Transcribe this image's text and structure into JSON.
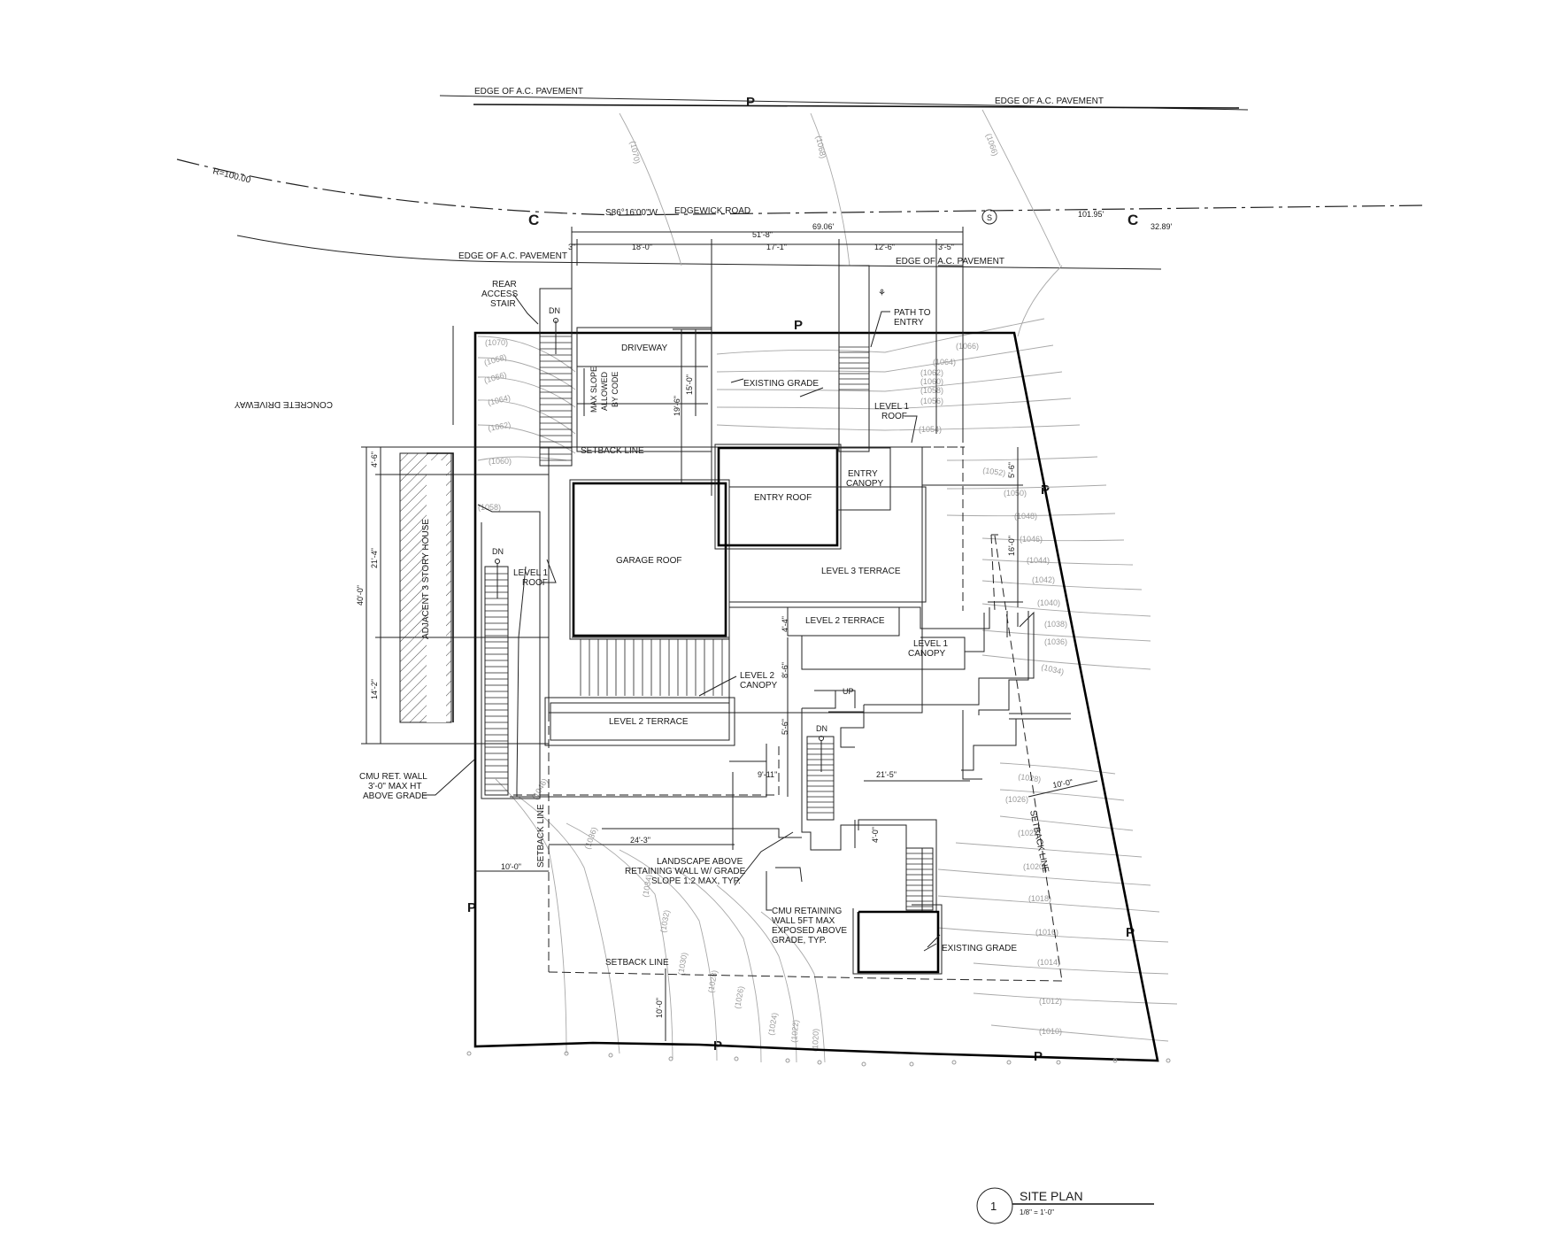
{
  "road": {
    "edge_pavement_top_left": "EDGE OF A.C. PAVEMENT",
    "edge_pavement_top_right": "EDGE OF A.C. PAVEMENT",
    "edge_pavement_lower_left": "EDGE OF A.C. PAVEMENT",
    "edge_pavement_lower_right": "EDGE OF A.C. PAVEMENT",
    "radius": "R=100.00",
    "bearing": "S86°16'00\"W",
    "name": "EDGEWICK ROAD",
    "dist_69": "69.06'",
    "dist_101": "101.95'",
    "dist_32": "32.89'",
    "sewer_symbol": "S"
  },
  "symbols": {
    "property_line": "P",
    "centerline": "C"
  },
  "top_dims": {
    "overall": "51'-8\"",
    "d1": "18'-0\"",
    "d2": "17'-1\"",
    "d3": "12'-6\"",
    "d4": "3'-5\"",
    "d5": "3\""
  },
  "labels": {
    "rear_access_stair": [
      "REAR",
      "ACCESS",
      "STAIR"
    ],
    "dn_1": "DN",
    "dn_2": "DN",
    "dn_3": "DN",
    "up": "UP",
    "driveway": "DRIVEWAY",
    "max_slope": [
      "MAX SLOPE",
      "ALLOWED",
      "BY CODE"
    ],
    "dim_15": "15'-0\"",
    "dim_19": "19'-6\"",
    "existing_grade_1": "EXISTING GRADE",
    "existing_grade_2": "EXISTING GRADE",
    "path_to_entry": [
      "PATH TO",
      "ENTRY"
    ],
    "level1_roof_right": [
      "LEVEL 1",
      "ROOF"
    ],
    "concrete_driveway": "CONCRETE DRIVEWAY",
    "setback_line_top": "SETBACK LINE",
    "setback_line_bottom": "SETBACK LINE",
    "setback_line_left": "SETBACK LINE",
    "setback_line_right": "SETBACK LINE",
    "entry_roof": "ENTRY ROOF",
    "entry_canopy": [
      "ENTRY",
      "CANOPY"
    ],
    "garage_roof": "GARAGE ROOF",
    "level1_roof_left": [
      "LEVEL 1",
      "ROOF"
    ],
    "level3_terrace": "LEVEL 3 TERRACE",
    "level2_terrace_right": "LEVEL 2 TERRACE",
    "level1_canopy": [
      "LEVEL 1",
      "CANOPY"
    ],
    "level2_canopy": [
      "LEVEL 2",
      "CANOPY"
    ],
    "level2_terrace_left": "LEVEL 2 TERRACE",
    "adjacent_house": "ADJACENT 3 STORY HOUSE",
    "cmu_ret_wall": [
      "CMU RET. WALL",
      "3'-0\" MAX HT",
      "ABOVE GRADE"
    ],
    "landscape": [
      "LANDSCAPE ABOVE",
      "RETAINING WALL W/ GRADE",
      "SLOPE 1:2 MAX, TYP."
    ],
    "cmu_retaining": [
      "CMU RETAINING",
      "WALL 5FT MAX",
      "EXPOSED ABOVE",
      "GRADE, TYP."
    ]
  },
  "side_dims": {
    "d_4_6": "4'-6\"",
    "d_21_4": "21'-4\"",
    "d_40": "40'-0\"",
    "d_14_2": "14'-2\"",
    "d_5_6_right": "5'-6\"",
    "d_16": "16'-0\"",
    "d_4_4": "4'-4\"",
    "d_8_6": "8'-6\"",
    "d_5_6": "5'-6\"",
    "d_9_11": "9'-11\"",
    "d_21_5": "21'-5\"",
    "d_10_right": "10'-0\"",
    "d_24_3": "24'-3\"",
    "d_4_0": "4'-0\"",
    "d_10_left": "10'-0\"",
    "d_10_bottom": "10'-0\""
  },
  "topo": [
    "(1070)",
    "(1068)",
    "(1066)",
    "(1064)",
    "(1062)",
    "(1060)",
    "(1058)",
    "(1066)",
    "(1064)",
    "(1062)",
    "(1060)",
    "(1058)",
    "(1056)",
    "(1054)",
    "(1052)",
    "(1050)",
    "(1048)",
    "(1046)",
    "(1044)",
    "(1042)",
    "(1040)",
    "(1038)",
    "(1036)",
    "(1034)",
    "(1030)",
    "(1028)",
    "(1026)",
    "(1024)",
    "(1022)",
    "(1020)",
    "(1018)",
    "(1016)",
    "(1014)",
    "(1012)",
    "(1010)",
    "(1046)",
    "(1036)",
    "(1034)",
    "(1032)",
    "(1030)",
    "(1028)",
    "(1026)",
    "(1024)",
    "(1022)",
    "(1020)",
    "(1070)",
    "(1068)",
    "(1066)",
    "(1066)"
  ],
  "title_block": {
    "number": "1",
    "title": "SITE PLAN",
    "scale": "1/8\" = 1'-0\""
  }
}
